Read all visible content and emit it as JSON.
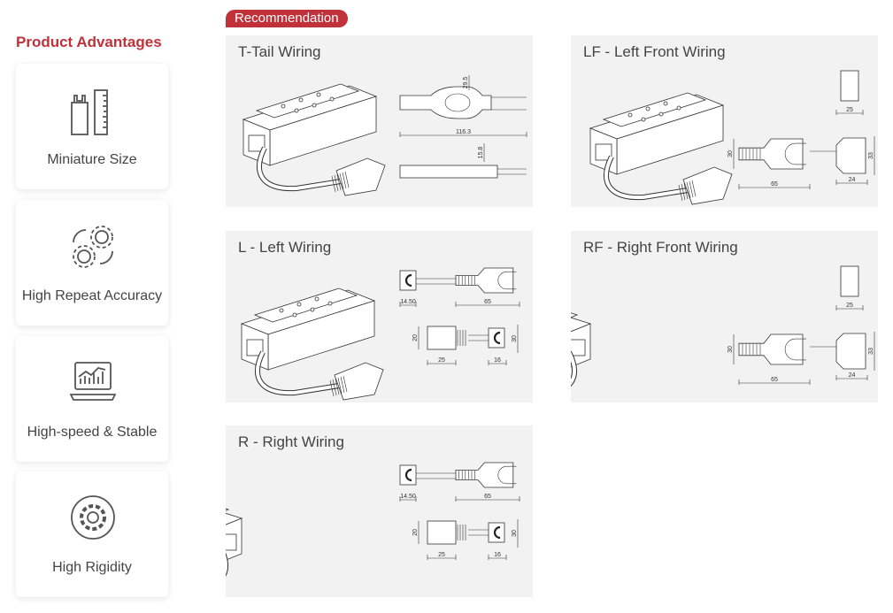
{
  "advantages": {
    "title": "Product Advantages",
    "items": [
      {
        "label": "Miniature Size",
        "icon": "battery-ruler-icon"
      },
      {
        "label": "High Repeat Accuracy",
        "icon": "gears-cycle-icon"
      },
      {
        "label": "High-speed & Stable",
        "icon": "laptop-chart-icon"
      },
      {
        "label": "High Rigidity",
        "icon": "gear-circle-icon"
      }
    ]
  },
  "recommendation_badge": "Recommendation",
  "colors": {
    "accent": "#c0313a",
    "panel_bg": "#f2f2f2",
    "text": "#444444"
  },
  "wirings": [
    {
      "title": "T-Tail Wiring",
      "type": "ttail",
      "dims": [
        "29.5",
        "116.3",
        "15.8"
      ]
    },
    {
      "title": "LF - Left Front Wiring",
      "type": "front",
      "dims": [
        "25",
        "30",
        "65",
        "33",
        "24"
      ]
    },
    {
      "title": "L - Left Wiring",
      "type": "side",
      "dims": [
        "14.50",
        "65",
        "20",
        "25",
        "16",
        "30"
      ]
    },
    {
      "title": "RF - Right Front Wiring",
      "type": "front",
      "dims": [
        "25",
        "30",
        "65",
        "33",
        "24"
      ]
    },
    {
      "title": "R - Right Wiring",
      "type": "side",
      "dims": [
        "14.50",
        "65",
        "20",
        "25",
        "16",
        "30"
      ]
    }
  ]
}
